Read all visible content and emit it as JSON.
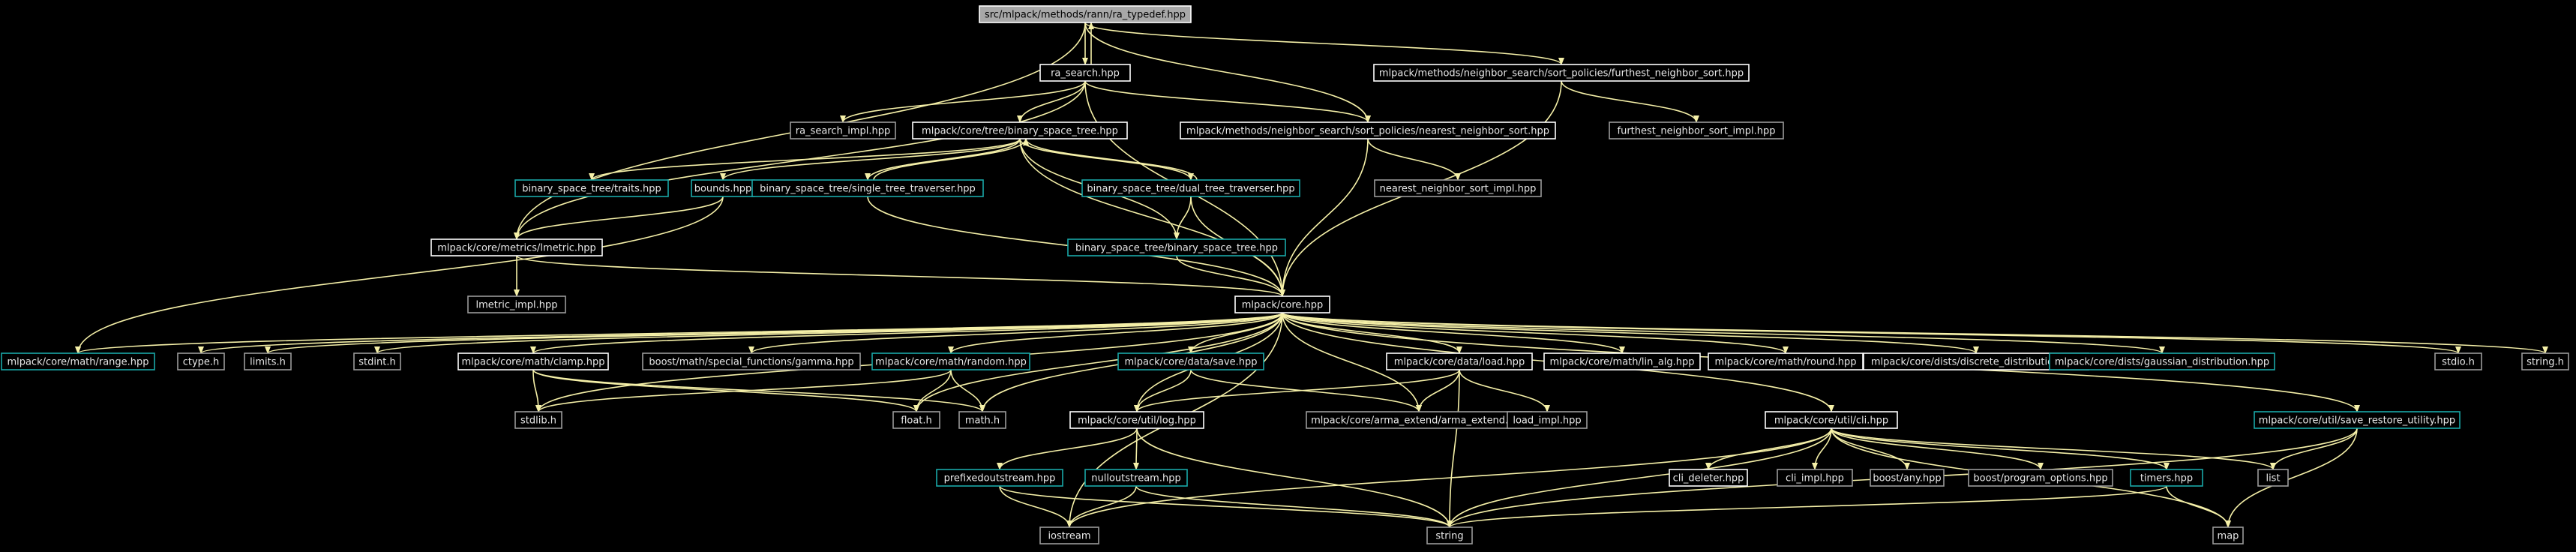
{
  "graph": {
    "nodes": [
      {
        "id": "root",
        "label": "src/mlpack/methods/rann/ra_typedef.hpp",
        "style": "root"
      },
      {
        "id": "ra_search",
        "label": "ra_search.hpp",
        "style": "white"
      },
      {
        "id": "furthest",
        "label": "mlpack/methods/neighbor_search/sort_policies/furthest_neighbor_sort.hpp",
        "style": "white"
      },
      {
        "id": "ra_search_impl",
        "label": "ra_search_impl.hpp",
        "style": "grey"
      },
      {
        "id": "bst",
        "label": "mlpack/core/tree/binary_space_tree.hpp",
        "style": "white"
      },
      {
        "id": "nearest",
        "label": "mlpack/methods/neighbor_search/sort_policies/nearest_neighbor_sort.hpp",
        "style": "white"
      },
      {
        "id": "furthest_impl",
        "label": "furthest_neighbor_sort_impl.hpp",
        "style": "grey"
      },
      {
        "id": "bst_traits",
        "label": "binary_space_tree/traits.hpp",
        "style": "cyan"
      },
      {
        "id": "bounds",
        "label": "bounds.hpp",
        "style": "cyan"
      },
      {
        "id": "single_trav",
        "label": "binary_space_tree/single_tree_traverser.hpp",
        "style": "cyan"
      },
      {
        "id": "dual_trav",
        "label": "binary_space_tree/dual_tree_traverser.hpp",
        "style": "cyan"
      },
      {
        "id": "nearest_impl",
        "label": "nearest_neighbor_sort_impl.hpp",
        "style": "grey"
      },
      {
        "id": "lmetric",
        "label": "mlpack/core/metrics/lmetric.hpp",
        "style": "white"
      },
      {
        "id": "bst_inner",
        "label": "binary_space_tree/binary_space_tree.hpp",
        "style": "cyan"
      },
      {
        "id": "lmetric_impl",
        "label": "lmetric_impl.hpp",
        "style": "grey"
      },
      {
        "id": "core",
        "label": "mlpack/core.hpp",
        "style": "white"
      },
      {
        "id": "range",
        "label": "mlpack/core/math/range.hpp",
        "style": "cyan"
      },
      {
        "id": "ctype",
        "label": "ctype.h",
        "style": "grey"
      },
      {
        "id": "limits",
        "label": "limits.h",
        "style": "grey"
      },
      {
        "id": "stdint",
        "label": "stdint.h",
        "style": "grey"
      },
      {
        "id": "clamp",
        "label": "mlpack/core/math/clamp.hpp",
        "style": "white"
      },
      {
        "id": "gamma",
        "label": "boost/math/special_functions/gamma.hpp",
        "style": "grey"
      },
      {
        "id": "random",
        "label": "mlpack/core/math/random.hpp",
        "style": "cyan"
      },
      {
        "id": "save",
        "label": "mlpack/core/data/save.hpp",
        "style": "cyan"
      },
      {
        "id": "load",
        "label": "mlpack/core/data/load.hpp",
        "style": "white"
      },
      {
        "id": "lin_alg",
        "label": "mlpack/core/math/lin_alg.hpp",
        "style": "white"
      },
      {
        "id": "round",
        "label": "mlpack/core/math/round.hpp",
        "style": "white"
      },
      {
        "id": "discrete",
        "label": "mlpack/core/dists/discrete_distribution.hpp",
        "style": "white"
      },
      {
        "id": "gaussian",
        "label": "mlpack/core/dists/gaussian_distribution.hpp",
        "style": "cyan"
      },
      {
        "id": "stdio",
        "label": "stdio.h",
        "style": "grey"
      },
      {
        "id": "string_h",
        "label": "string.h",
        "style": "grey"
      },
      {
        "id": "stdlib",
        "label": "stdlib.h",
        "style": "grey"
      },
      {
        "id": "float",
        "label": "float.h",
        "style": "grey"
      },
      {
        "id": "math",
        "label": "math.h",
        "style": "grey"
      },
      {
        "id": "log",
        "label": "mlpack/core/util/log.hpp",
        "style": "white"
      },
      {
        "id": "arma",
        "label": "mlpack/core/arma_extend/arma_extend.hpp",
        "style": "grey"
      },
      {
        "id": "load_impl",
        "label": "load_impl.hpp",
        "style": "grey"
      },
      {
        "id": "cli",
        "label": "mlpack/core/util/cli.hpp",
        "style": "white"
      },
      {
        "id": "save_restore",
        "label": "mlpack/core/util/save_restore_utility.hpp",
        "style": "cyan"
      },
      {
        "id": "prefixed",
        "label": "prefixedoutstream.hpp",
        "style": "cyan"
      },
      {
        "id": "nullout",
        "label": "nulloutstream.hpp",
        "style": "cyan"
      },
      {
        "id": "cli_deleter",
        "label": "cli_deleter.hpp",
        "style": "white"
      },
      {
        "id": "cli_impl",
        "label": "cli_impl.hpp",
        "style": "grey"
      },
      {
        "id": "boost_any",
        "label": "boost/any.hpp",
        "style": "grey"
      },
      {
        "id": "program_options",
        "label": "boost/program_options.hpp",
        "style": "grey"
      },
      {
        "id": "timers",
        "label": "timers.hpp",
        "style": "cyan"
      },
      {
        "id": "list",
        "label": "list",
        "style": "grey"
      },
      {
        "id": "iostream",
        "label": "iostream",
        "style": "grey"
      },
      {
        "id": "string",
        "label": "string",
        "style": "grey"
      },
      {
        "id": "map",
        "label": "map",
        "style": "grey"
      }
    ],
    "edges": [
      [
        "root",
        "ra_search"
      ],
      [
        "root",
        "furthest"
      ],
      [
        "root",
        "nearest"
      ],
      [
        "root",
        "lmetric"
      ],
      [
        "ra_search",
        "root"
      ],
      [
        "ra_search",
        "ra_search_impl"
      ],
      [
        "ra_search",
        "bst"
      ],
      [
        "ra_search",
        "nearest"
      ],
      [
        "ra_search",
        "lmetric"
      ],
      [
        "ra_search",
        "core"
      ],
      [
        "furthest",
        "furthest_impl"
      ],
      [
        "furthest",
        "core"
      ],
      [
        "bst",
        "bst_traits"
      ],
      [
        "bst",
        "bounds"
      ],
      [
        "bst",
        "single_trav"
      ],
      [
        "bst",
        "dual_trav"
      ],
      [
        "bst",
        "bst_inner"
      ],
      [
        "bst",
        "core"
      ],
      [
        "single_trav",
        "bst"
      ],
      [
        "dual_trav",
        "bst"
      ],
      [
        "dual_trav",
        "bst_inner"
      ],
      [
        "dual_trav",
        "core"
      ],
      [
        "single_trav",
        "core"
      ],
      [
        "bounds",
        "lmetric"
      ],
      [
        "bounds",
        "range"
      ],
      [
        "nearest",
        "nearest_impl"
      ],
      [
        "nearest",
        "core"
      ],
      [
        "lmetric",
        "lmetric_impl"
      ],
      [
        "lmetric",
        "core"
      ],
      [
        "bst_inner",
        "core"
      ],
      [
        "core",
        "range"
      ],
      [
        "core",
        "ctype"
      ],
      [
        "core",
        "limits"
      ],
      [
        "core",
        "stdint"
      ],
      [
        "core",
        "clamp"
      ],
      [
        "core",
        "gamma"
      ],
      [
        "core",
        "random"
      ],
      [
        "core",
        "save"
      ],
      [
        "core",
        "load"
      ],
      [
        "core",
        "lin_alg"
      ],
      [
        "core",
        "round"
      ],
      [
        "core",
        "discrete"
      ],
      [
        "core",
        "gaussian"
      ],
      [
        "core",
        "stdio"
      ],
      [
        "core",
        "string_h"
      ],
      [
        "core",
        "stdlib"
      ],
      [
        "core",
        "float"
      ],
      [
        "core",
        "math"
      ],
      [
        "core",
        "log"
      ],
      [
        "core",
        "arma"
      ],
      [
        "core",
        "cli"
      ],
      [
        "core",
        "save_restore"
      ],
      [
        "core",
        "iostream"
      ],
      [
        "clamp",
        "stdlib"
      ],
      [
        "clamp",
        "math"
      ],
      [
        "clamp",
        "float"
      ],
      [
        "random",
        "stdlib"
      ],
      [
        "random",
        "float"
      ],
      [
        "random",
        "math"
      ],
      [
        "save",
        "log"
      ],
      [
        "save",
        "arma"
      ],
      [
        "load",
        "log"
      ],
      [
        "load",
        "arma"
      ],
      [
        "load",
        "load_impl"
      ],
      [
        "load",
        "string"
      ],
      [
        "log",
        "prefixed"
      ],
      [
        "log",
        "nullout"
      ],
      [
        "log",
        "string"
      ],
      [
        "cli",
        "cli_deleter"
      ],
      [
        "cli",
        "cli_impl"
      ],
      [
        "cli",
        "boost_any"
      ],
      [
        "cli",
        "program_options"
      ],
      [
        "cli",
        "timers"
      ],
      [
        "cli",
        "list"
      ],
      [
        "cli",
        "iostream"
      ],
      [
        "cli",
        "string"
      ],
      [
        "cli",
        "map"
      ],
      [
        "save_restore",
        "list"
      ],
      [
        "save_restore",
        "string"
      ],
      [
        "save_restore",
        "map"
      ],
      [
        "prefixed",
        "iostream"
      ],
      [
        "prefixed",
        "string"
      ],
      [
        "nullout",
        "iostream"
      ],
      [
        "nullout",
        "string"
      ],
      [
        "timers",
        "map"
      ],
      [
        "timers",
        "string"
      ]
    ]
  }
}
